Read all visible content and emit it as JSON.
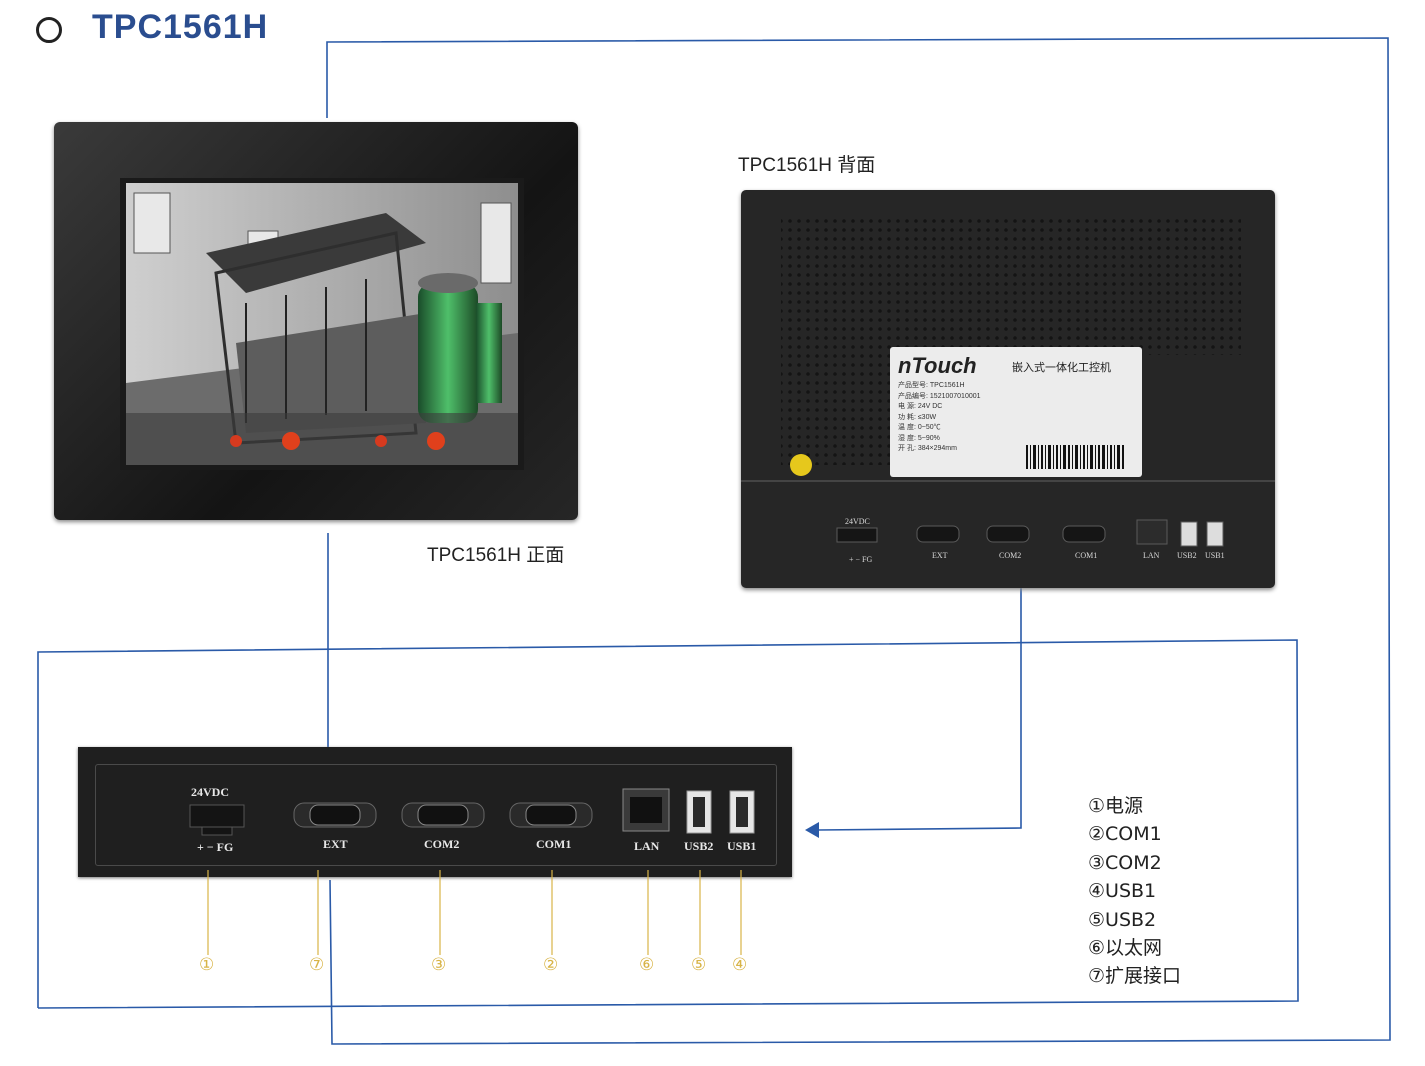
{
  "title": "TPC1561H",
  "front_caption": "TPC1561H 正面",
  "back_caption": "TPC1561H 背面",
  "label": {
    "brand": "nTouch",
    "product_type": "嵌入式一体化工控机",
    "rows": [
      {
        "key": "产品型号:",
        "value": "TPC1561H"
      },
      {
        "key": "产品编号:",
        "value": "1521007010001"
      },
      {
        "key": "电 源:",
        "value": "24V DC"
      },
      {
        "key": "功 耗:",
        "value": "≤30W"
      },
      {
        "key": "温 度:",
        "value": "0~50℃"
      },
      {
        "key": "湿 度:",
        "value": "5~90%"
      },
      {
        "key": "开 孔:",
        "value": "384×294mm"
      }
    ]
  },
  "ports": {
    "power_voltage": "24VDC",
    "power_pins": "+ − FG",
    "ext": "EXT",
    "com2": "COM2",
    "com1": "COM1",
    "lan": "LAN",
    "usb2": "USB2",
    "usb1": "USB1"
  },
  "callout_numbers": {
    "power": "①",
    "ext": "⑦",
    "com2": "③",
    "com1": "②",
    "lan": "⑥",
    "usb2": "⑤",
    "usb1": "④"
  },
  "legend": [
    "①电源",
    "②COM1",
    "③COM2",
    "④USB1",
    "⑤USB2",
    "⑥以太网",
    "⑦扩展接口"
  ],
  "colors": {
    "title": "#2a4d8f",
    "connector_line": "#2a5aa8",
    "callout": "#d8b447"
  }
}
